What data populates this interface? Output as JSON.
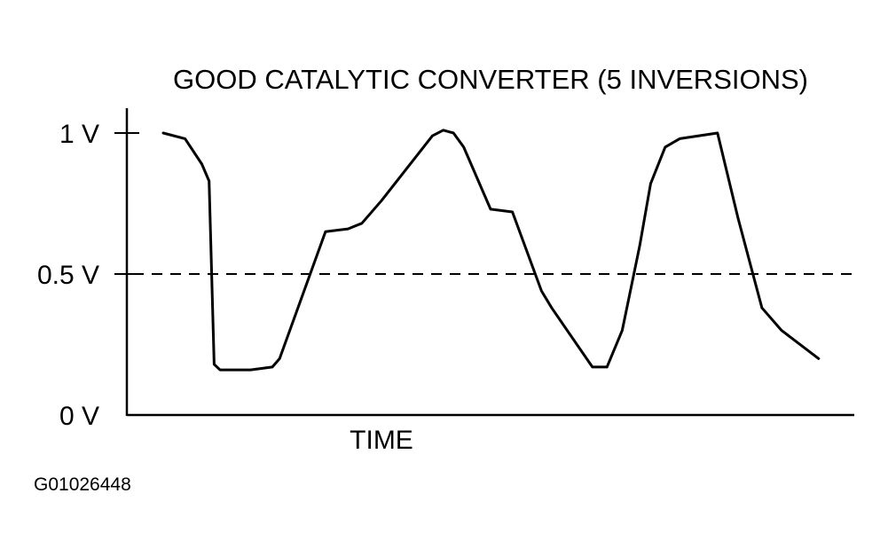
{
  "figure_id": "G01026448",
  "chart_data": {
    "type": "line",
    "title": "GOOD CATALYTIC CONVERTER (5 INVERSIONS)",
    "xlabel": "TIME",
    "ylabel": "",
    "ylim": [
      0,
      1
    ],
    "y_ticks": [
      {
        "value": 1,
        "label": "1 V"
      },
      {
        "value": 0.5,
        "label": "0.5 V"
      },
      {
        "value": 0,
        "label": "0 V"
      }
    ],
    "reference_line": {
      "value": 0.5,
      "style": "dashed"
    },
    "xlim": [
      0,
      100
    ],
    "grid": false,
    "series": [
      {
        "x": [
          5,
          8,
          10.3,
          11.3,
          12,
          12.8,
          17,
          20,
          21,
          27.3,
          30.4,
          32.3,
          35,
          42,
          43.5,
          44.9,
          46.3,
          50,
          53,
          57,
          58.4,
          64,
          66,
          68.1,
          70.5,
          72,
          74,
          76,
          81.2,
          84,
          87.3,
          90,
          95.1
        ],
        "y": [
          1,
          0.98,
          0.89,
          0.83,
          0.18,
          0.16,
          0.16,
          0.17,
          0.2,
          0.65,
          0.66,
          0.68,
          0.76,
          0.99,
          1.01,
          1.0,
          0.95,
          0.73,
          0.72,
          0.44,
          0.38,
          0.17,
          0.17,
          0.3,
          0.6,
          0.82,
          0.95,
          0.98,
          1.0,
          0.7,
          0.38,
          0.3,
          0.2
        ]
      }
    ]
  }
}
